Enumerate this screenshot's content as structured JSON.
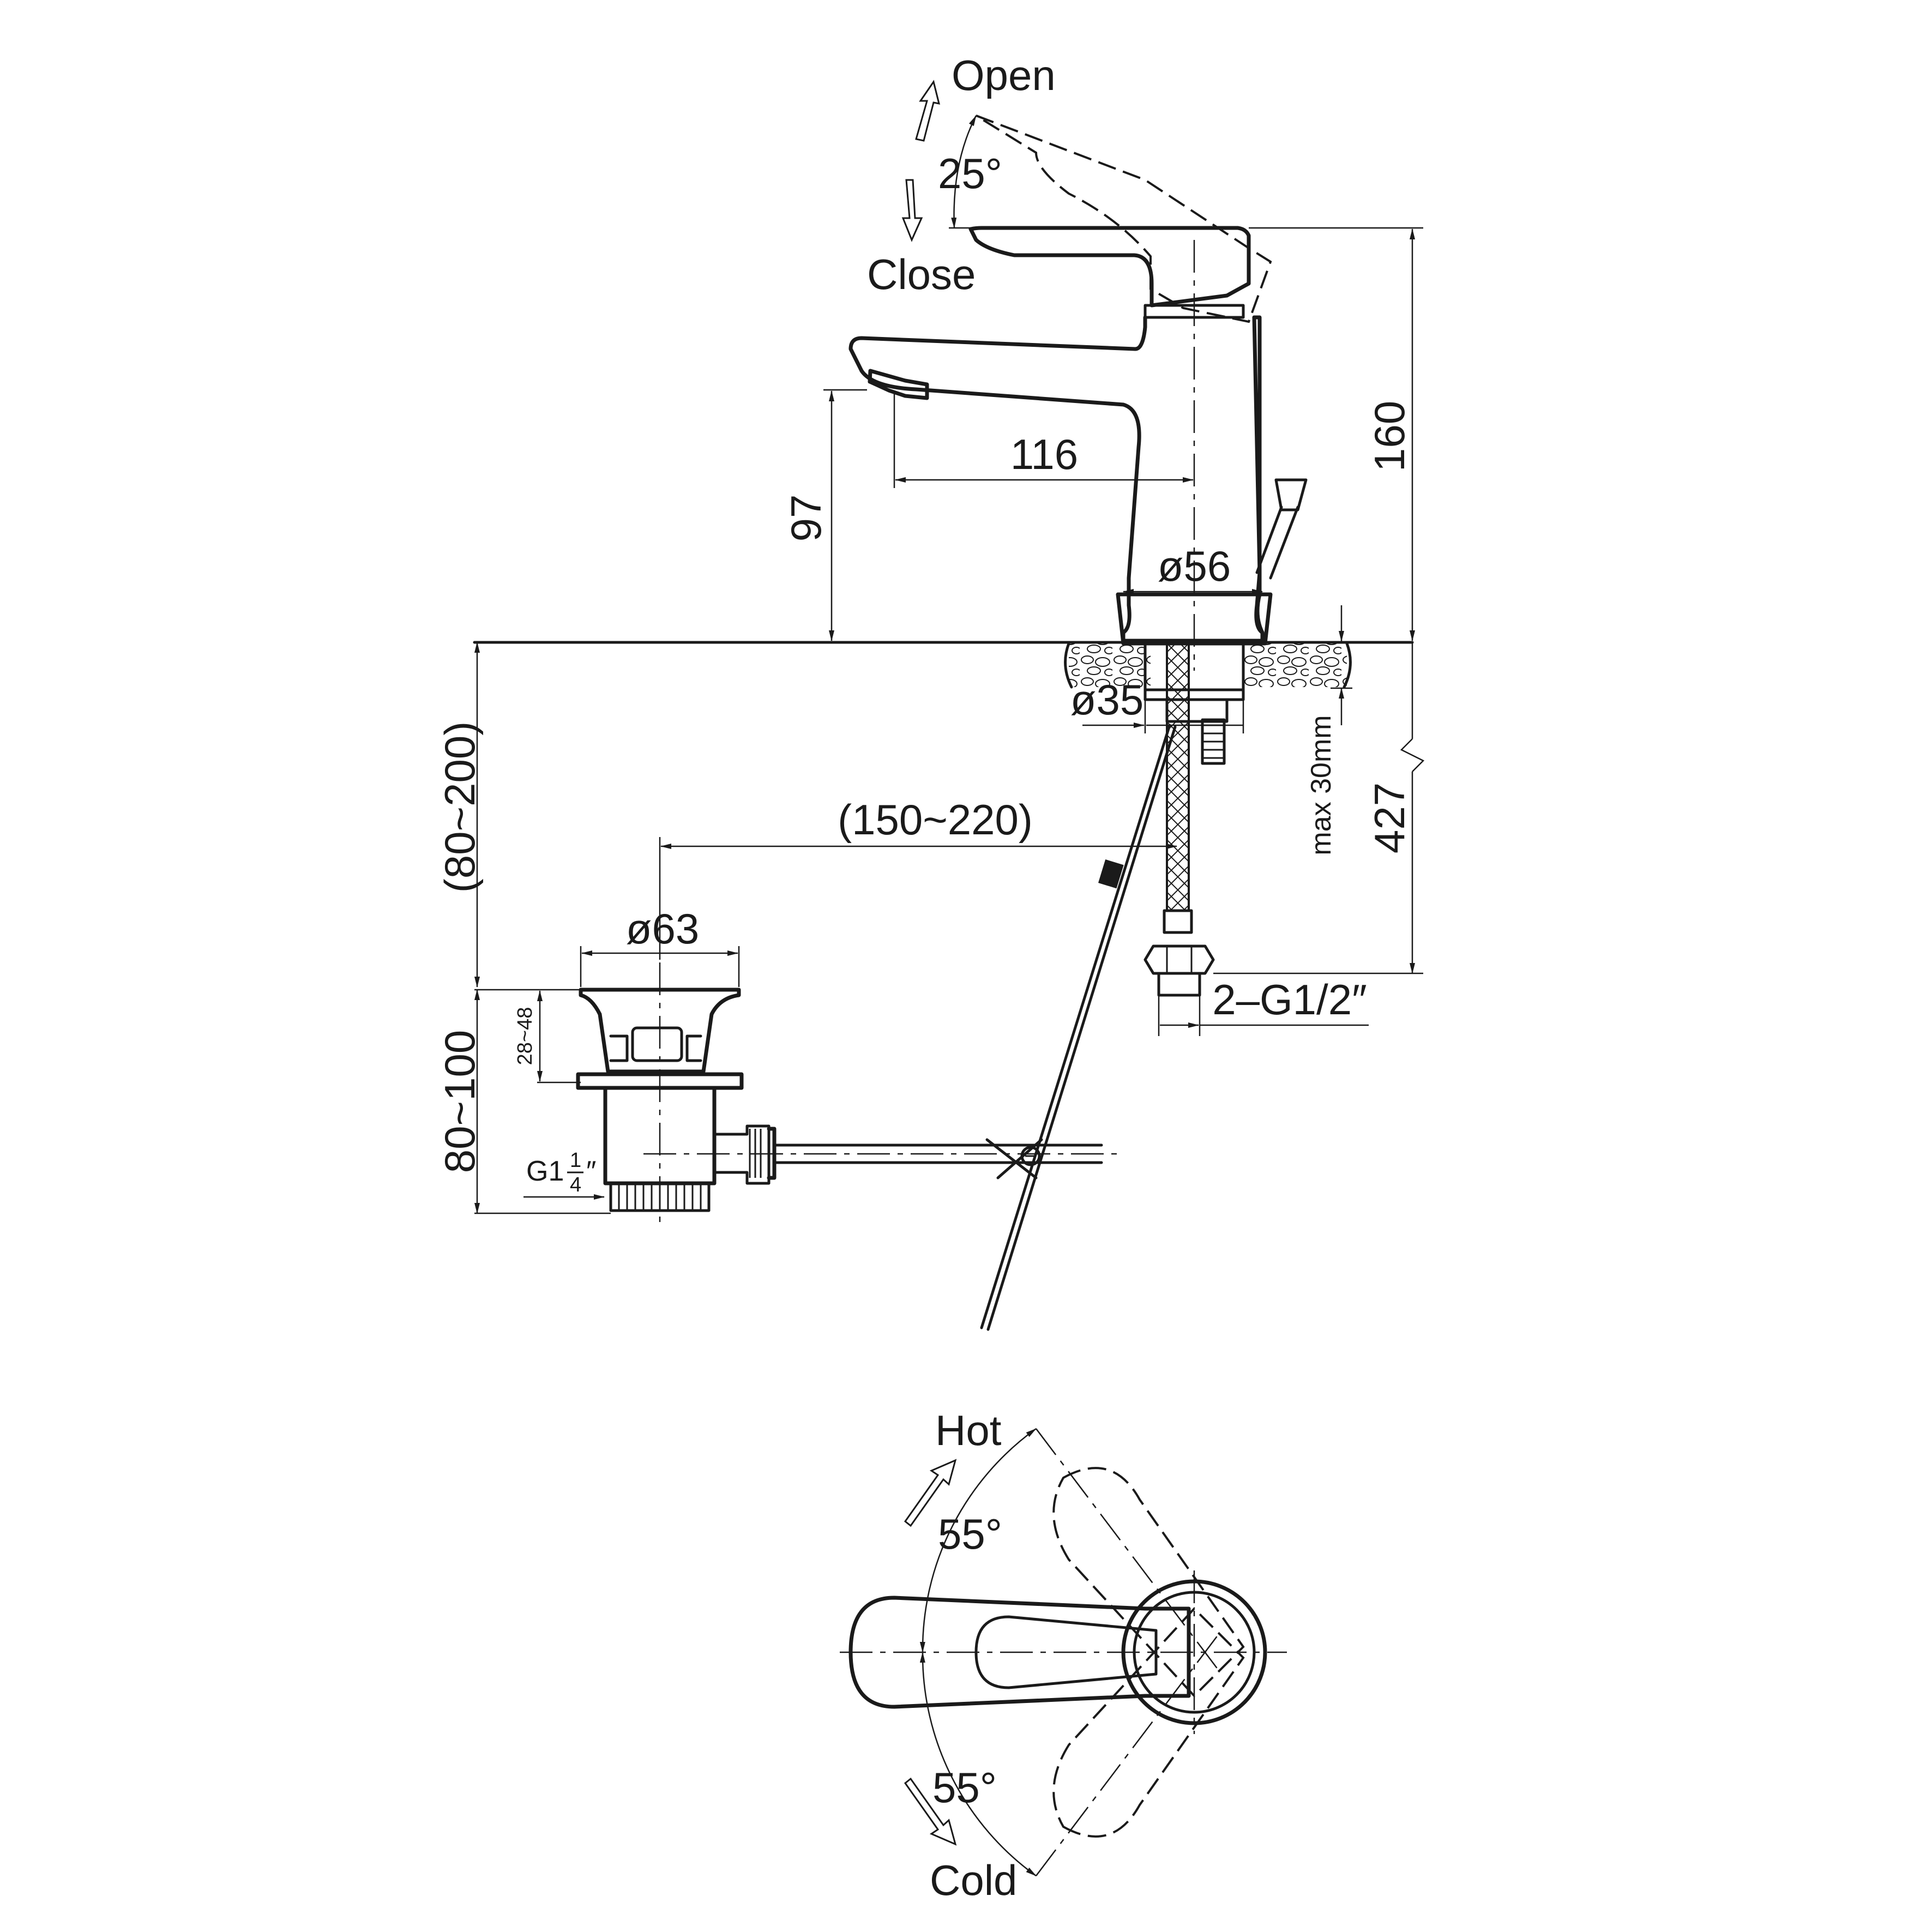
{
  "labels": {
    "open": "Open",
    "close": "Close",
    "angle_lever": "25°",
    "dim_160": "160",
    "dim_116": "116",
    "dim_97": "97",
    "dim_d56": "ø56",
    "dim_d35": "ø35",
    "dim_max30": "max 30mm",
    "dim_427": "427",
    "dim_80_200": "(80~200)",
    "dim_150_220": "(150~220)",
    "dim_d63": "ø63",
    "dim_28_48": "28~48",
    "dim_80_100": "80~100",
    "thread_waste": "G1",
    "thread_frac_num": "1",
    "thread_frac_den": "4",
    "thread_inch": "″",
    "thread_hose": "2–G1/2″",
    "hot": "Hot",
    "cold": "Cold",
    "angle_hot": "55°",
    "angle_cold": "55°"
  },
  "icons": {
    "open_arrow": "curved-arrow-up-icon",
    "close_arrow": "arrow-down-icon",
    "hot_arrow": "arrow-up-right-icon",
    "cold_arrow": "arrow-down-right-icon"
  }
}
